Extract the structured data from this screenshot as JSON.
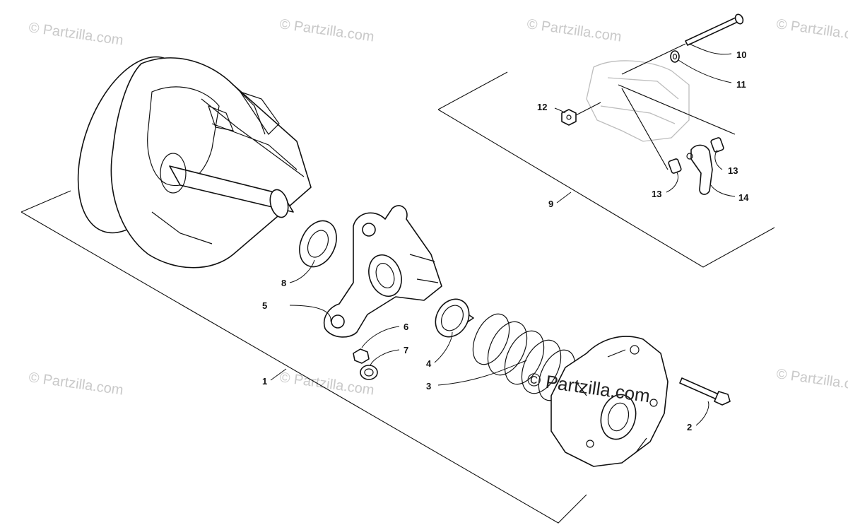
{
  "watermarks": [
    "© Partzilla.com",
    "© Partzilla.com",
    "© Partzilla.com",
    "© Partzilla.com",
    "© Partzilla.com",
    "© Partzilla.com",
    "© Partzilla.com"
  ],
  "center_watermark": "© Partzilla.com",
  "callouts": [
    {
      "id": "1",
      "label": "1"
    },
    {
      "id": "2",
      "label": "2"
    },
    {
      "id": "3",
      "label": "3"
    },
    {
      "id": "4",
      "label": "4"
    },
    {
      "id": "5",
      "label": "5"
    },
    {
      "id": "6",
      "label": "6"
    },
    {
      "id": "7",
      "label": "7"
    },
    {
      "id": "8",
      "label": "8"
    },
    {
      "id": "9",
      "label": "9"
    },
    {
      "id": "10",
      "label": "10"
    },
    {
      "id": "11",
      "label": "11"
    },
    {
      "id": "12",
      "label": "12"
    },
    {
      "id": "13a",
      "label": "13"
    },
    {
      "id": "13b",
      "label": "13"
    },
    {
      "id": "14",
      "label": "14"
    }
  ]
}
